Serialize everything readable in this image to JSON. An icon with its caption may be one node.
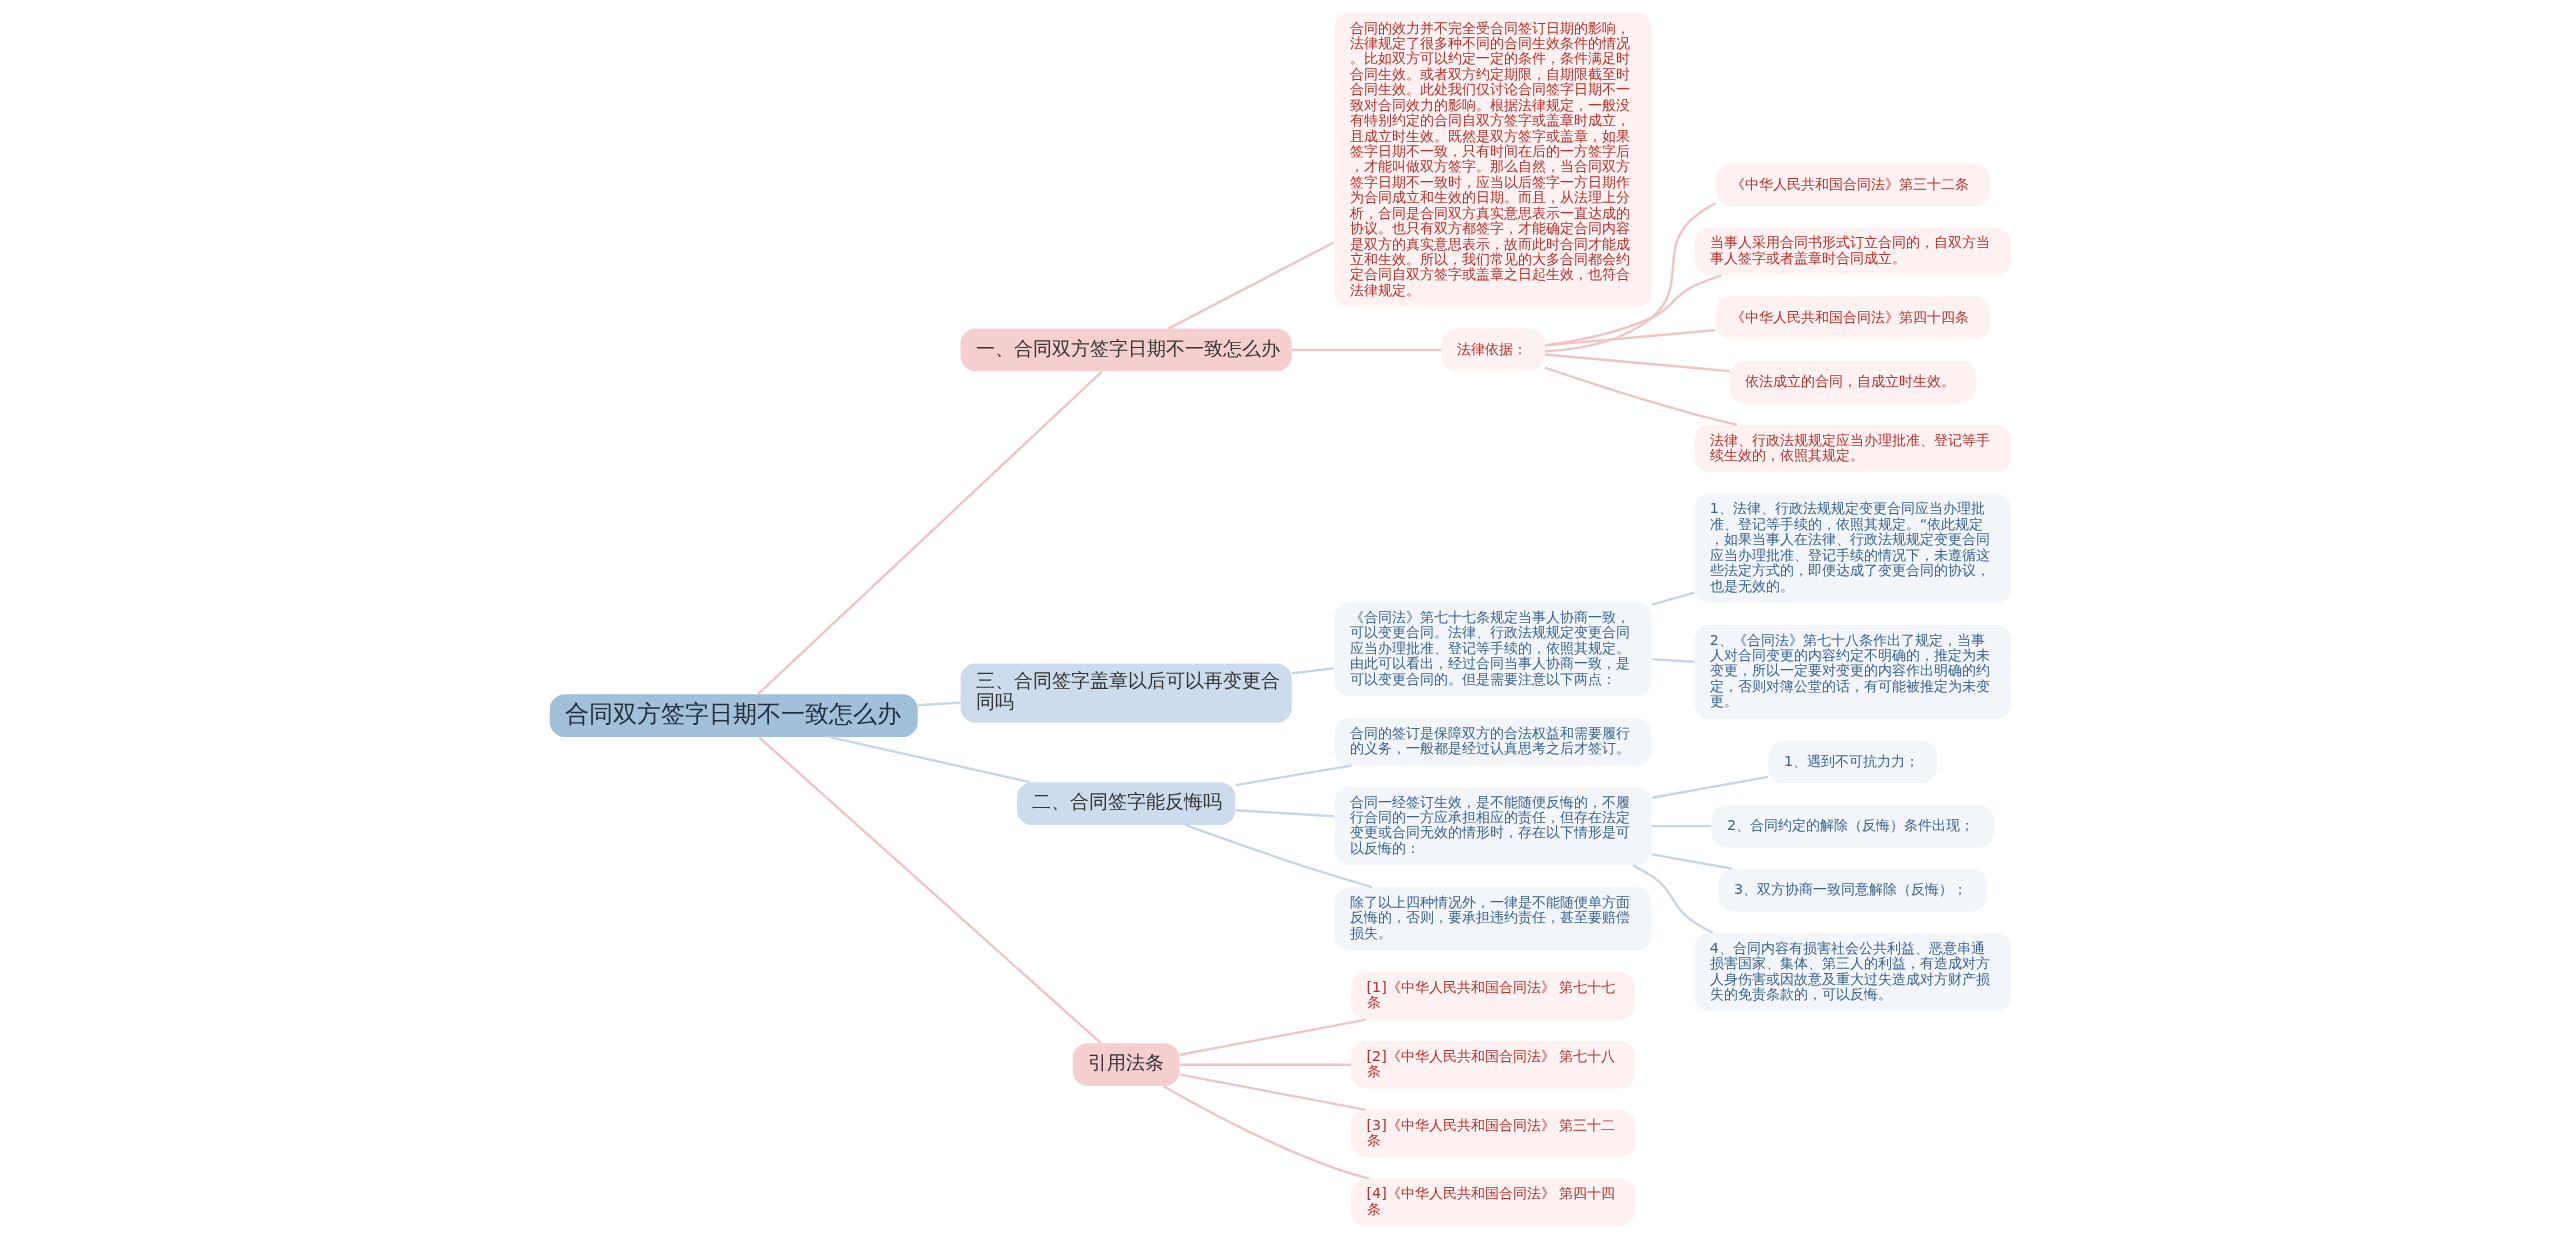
{
  "diagram": {
    "nodes": [
      {
        "text": [
          "合同双方签字日期不一致怎么办"
        ]
      },
      {
        "text": [
          "一、合同双方签字日期不一致怎么办"
        ]
      },
      {
        "text": [
          "合同的效力并不完全受合同签订日期的影响，法律规定了很多种不同的合同生效条件的情况。比如双方可以约定一定的条件，条件满足时合同生效。或者双方约定期限，自期限截至时合同生效。此处我们仅讨论合同签字日期不一致对合同效力的影响。根据法律规定，一般没有特别约定的合同自双方签字或盖章时成立，且成立时生效。既然是双方签字或盖章，如果签字日期不一致，只有时间在后的一方签字后，才能叫做双方签字。那么自然，当合同双方签字日期不一致时，应当以后签字一方日期作为合同成立和生效的日期。而且，从法理上分析，合同是合同双方真实意思表示一直达成的协议。也只有双方都签字，才能确定合同内容是双方的真实意思表示，故而此时合同才能成立和生效。所以，我们常见的大多合同都会约定合同自双方签字或盖章之日起生效，也符合法律规定。"
        ]
      },
      {
        "text": [
          "法律依据："
        ]
      },
      {
        "text": [
          "《中华人民共和国合同法》第三十二条"
        ]
      },
      {
        "text": [
          "当事人采用合同书形式订立合同的，自双方当事人签字或者盖章时合同成立。"
        ]
      },
      {
        "text": [
          "《中华人民共和国合同法》第四十四条"
        ]
      },
      {
        "text": [
          "依法成立的合同，自成立时生效。"
        ]
      },
      {
        "text": [
          "法律、行政法规规定应当办理批准、登记等手续生效的，依照其规定。"
        ]
      },
      {
        "text": [
          "三、合同签字盖章以后可以再变更合同吗"
        ]
      },
      {
        "text": [
          "《合同法》第七十七条规定当事人协商一致，可以变更合同。法律、行政法规规定变更合同应当办理批准、登记等手续的，依照其规定。由此可以看出，经过合同当事人协商一致，是可以变更合同的。但是需要注意以下两点："
        ]
      },
      {
        "text": [
          "1、法律、行政法规规定变更合同应当办理批准、登记等手续的，依照其规定。“依此规定，如果当事人在法律、行政法规规定变更合同应当办理批准、登记手续的情况下，未遵循这些法定方式的，即便达成了变更合同的协议，也是无效的。"
        ]
      },
      {
        "text": [
          "2、《合同法》第七十八条作出了规定，当事人对合同变更的内容约定不明确的，推定为未变更，所以一定要对变更的内容作出明确的约定，否则对簿公堂的话，有可能被推定为未变更。"
        ]
      },
      {
        "text": [
          "二、合同签字能反悔吗"
        ]
      },
      {
        "text": [
          "合同的签订是保障双方的合法权益和需要履行的义务，一般都是经过认真思考之后才签订。"
        ]
      },
      {
        "text": [
          "合同一经签订生效，是不能随便反悔的，不履行合同的一方应承担相应的责任，但存在法定变更或合同无效的情形时，存在以下情形是可以反悔的："
        ]
      },
      {
        "text": [
          "1、遇到不可抗力力；"
        ]
      },
      {
        "text": [
          "2、合同约定的解除（反悔）条件出现；"
        ]
      },
      {
        "text": [
          "3、双方协商一致同意解除（反悔）；"
        ]
      },
      {
        "text": [
          "4、合同内容有损害社会公共利益、恶意串通损害国家、集体、第三人的利益，有造成对方人身伤害或因故意及重大过失造成对方财产损失的免责条款的，可以反悔。"
        ]
      },
      {
        "text": [
          "除了以上四种情况外，一律是不能随便单方面反悔的，否则，要承担违约责任，甚至要赔偿损失。"
        ]
      },
      {
        "text": [
          "引用法条"
        ]
      },
      {
        "text": [
          "[1]《中华人民共和国合同法》 第七十七条"
        ]
      },
      {
        "text": [
          "[2]《中华人民共和国合同法》 第七十八条"
        ]
      },
      {
        "text": [
          "[3]《中华人民共和国合同法》 第三十二条"
        ]
      },
      {
        "text": [
          "[4]《中华人民共和国合同法》 第四十四条"
        ]
      }
    ],
    "edges": [
      {
        "from": 0,
        "to": 1,
        "arrow": "none",
        "color": "#f0c4c4"
      },
      {
        "from": 1,
        "to": 2,
        "arrow": "none",
        "color": "#f0c4c4"
      },
      {
        "from": 1,
        "to": 3,
        "arrow": "none",
        "color": "#f0c4c4"
      },
      {
        "from": 3,
        "to": 4,
        "arrow": "none",
        "color": "#f0c4c4"
      },
      {
        "from": 3,
        "to": 5,
        "arrow": "none",
        "color": "#f0c4c4"
      },
      {
        "from": 3,
        "to": 6,
        "arrow": "none",
        "color": "#f0c4c4"
      },
      {
        "from": 3,
        "to": 7,
        "arrow": "none",
        "color": "#f0c4c4"
      },
      {
        "from": 3,
        "to": 8,
        "arrow": "none",
        "color": "#f0c4c4"
      },
      {
        "from": 0,
        "to": 9,
        "arrow": "none",
        "color": "#c6d6e6"
      },
      {
        "from": 9,
        "to": 10,
        "arrow": "none",
        "color": "#c6d6e6"
      },
      {
        "from": 10,
        "to": 11,
        "arrow": "none",
        "color": "#c6d6e6"
      },
      {
        "from": 10,
        "to": 12,
        "arrow": "none",
        "color": "#c6d6e6"
      },
      {
        "from": 0,
        "to": 13,
        "arrow": "none",
        "color": "#c6d6e6"
      },
      {
        "from": 13,
        "to": 14,
        "arrow": "none",
        "color": "#c6d6e6"
      },
      {
        "from": 13,
        "to": 15,
        "arrow": "none",
        "color": "#c6d6e6"
      },
      {
        "from": 15,
        "to": 16,
        "arrow": "none",
        "color": "#c6d6e6"
      },
      {
        "from": 15,
        "to": 17,
        "arrow": "none",
        "color": "#c6d6e6"
      },
      {
        "from": 15,
        "to": 18,
        "arrow": "none",
        "color": "#c6d6e6"
      },
      {
        "from": 15,
        "to": 19,
        "arrow": "none",
        "color": "#c6d6e6"
      },
      {
        "from": 13,
        "to": 20,
        "arrow": "none",
        "color": "#c6d6e6"
      },
      {
        "from": 0,
        "to": 21,
        "arrow": "none",
        "color": "#f0c4c4"
      },
      {
        "from": 21,
        "to": 22,
        "arrow": "none",
        "color": "#f0c4c4"
      },
      {
        "from": 21,
        "to": 23,
        "arrow": "none",
        "color": "#f0c4c4"
      },
      {
        "from": 21,
        "to": 24,
        "arrow": "none",
        "color": "#f0c4c4"
      },
      {
        "from": 21,
        "to": 25,
        "arrow": "none",
        "color": "#f0c4c4"
      }
    ]
  }
}
